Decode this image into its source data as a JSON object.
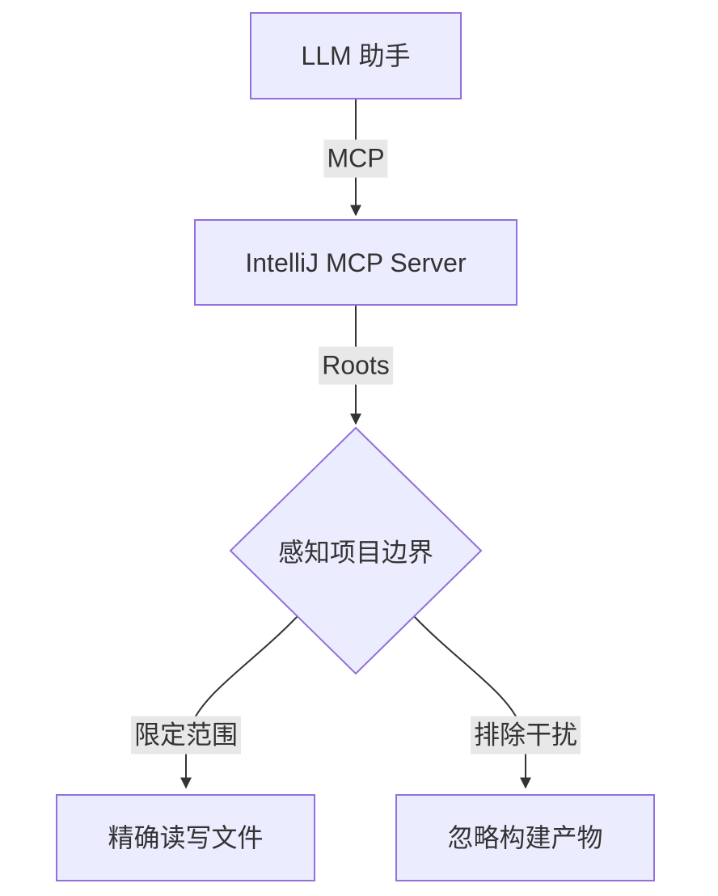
{
  "diagram": {
    "type": "flowchart",
    "direction": "top-down",
    "nodes": {
      "llm": {
        "label": "LLM 助手",
        "shape": "rect"
      },
      "server": {
        "label": "IntelliJ MCP Server",
        "shape": "rect"
      },
      "decision": {
        "label": "感知项目边界",
        "shape": "diamond"
      },
      "read": {
        "label": "精确读写文件",
        "shape": "rect"
      },
      "ignore": {
        "label": "忽略构建产物",
        "shape": "rect"
      }
    },
    "edges": [
      {
        "from": "llm",
        "to": "server",
        "label": "MCP"
      },
      {
        "from": "server",
        "to": "decision",
        "label": "Roots"
      },
      {
        "from": "decision",
        "to": "read",
        "label": "限定范围"
      },
      {
        "from": "decision",
        "to": "ignore",
        "label": "排除干扰"
      }
    ],
    "colors": {
      "node_fill": "#ECECFF",
      "node_border": "#9370DB",
      "edge_line": "#333333",
      "edge_label_bg": "#e8e8e8",
      "text": "#333333",
      "background": "#ffffff"
    }
  }
}
